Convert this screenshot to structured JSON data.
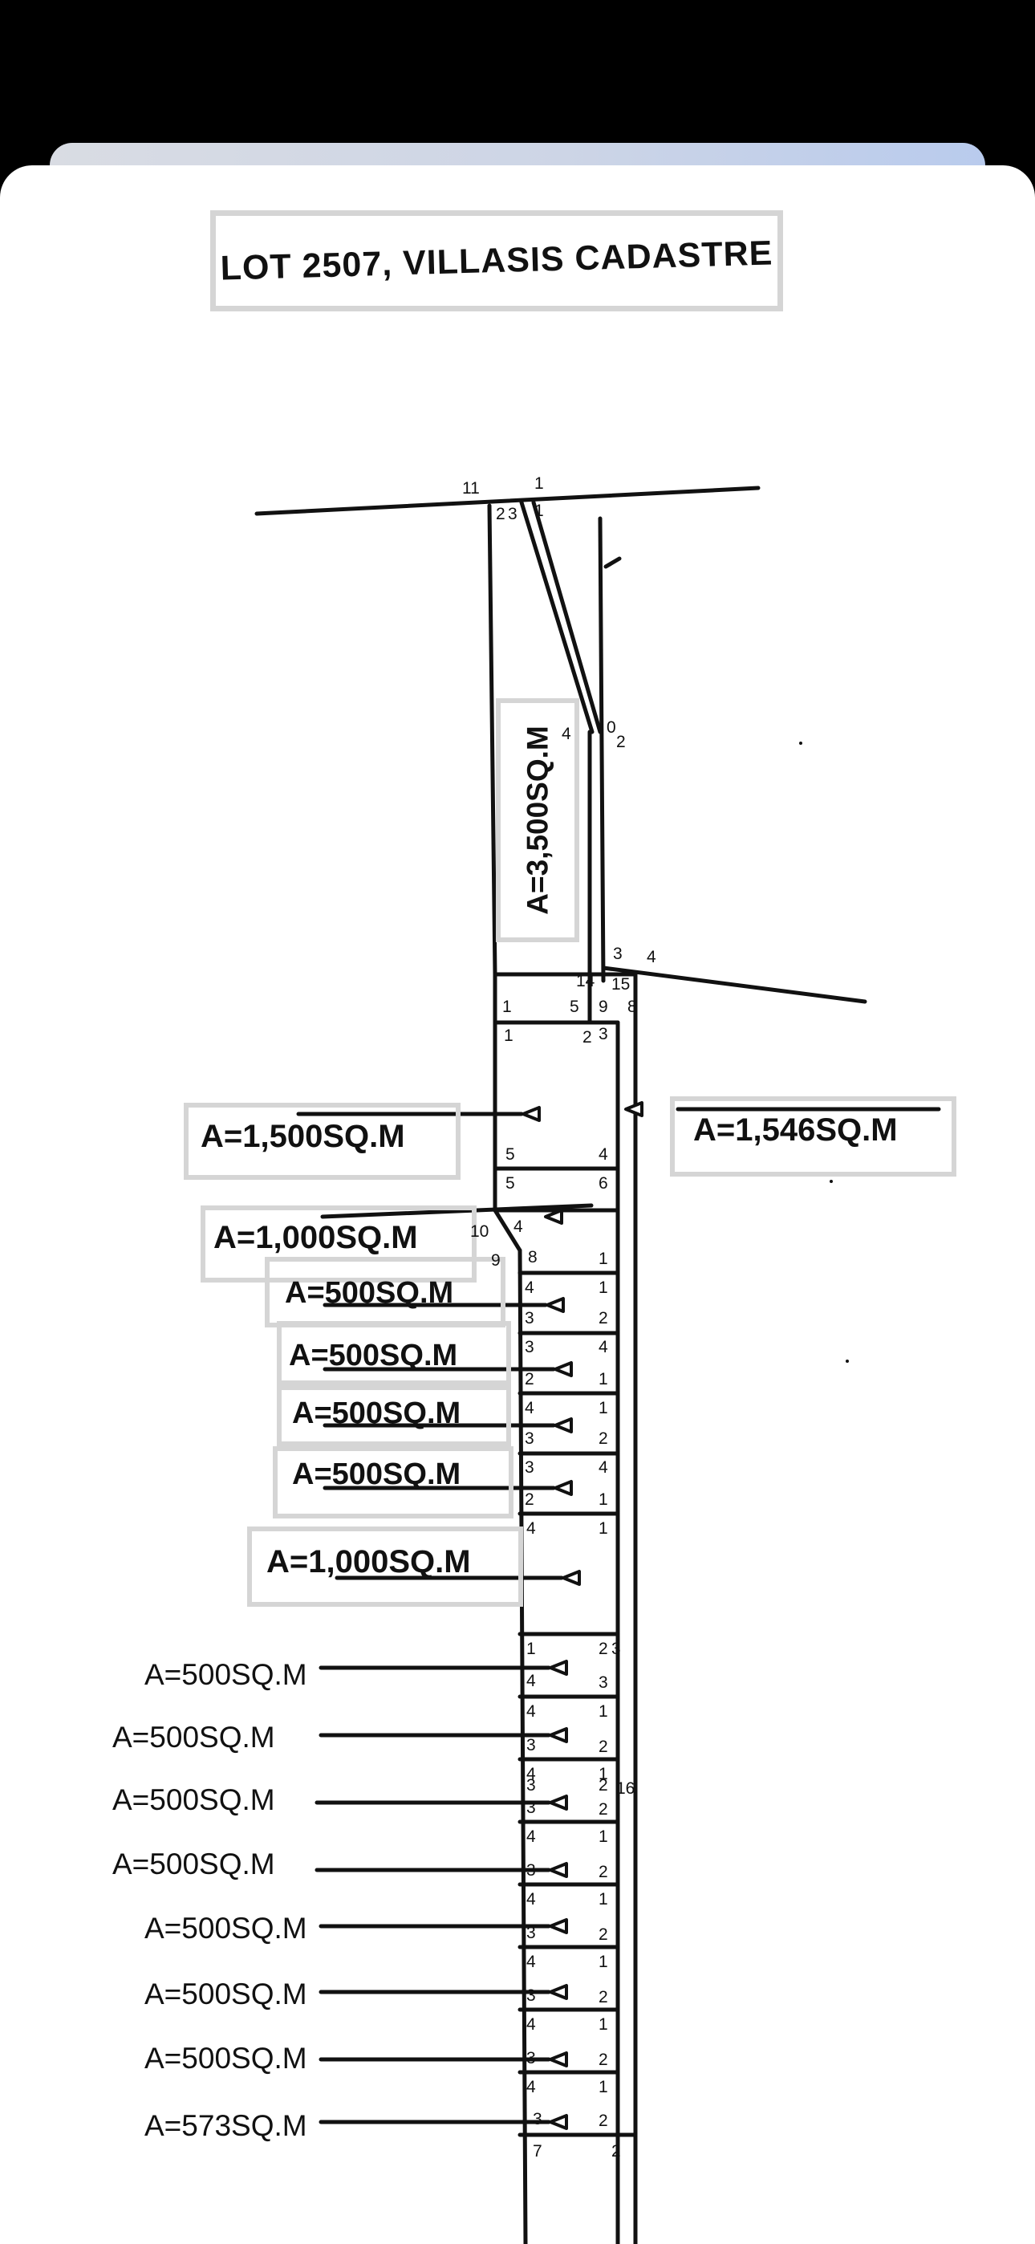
{
  "title": "LOT 2507, VILLASIS CADASTRE",
  "labels": {
    "vertical_area": "A=3,500SQ.M",
    "a1500": "A=1,500SQ.M",
    "a1546": "A=1,546SQ.M",
    "a1000_top": "A=1,000SQ.M",
    "a500_1": "A=500SQ.M",
    "a500_2": "A=500SQ.M",
    "a500_3": "A=500SQ.M",
    "a500_4": "A=500SQ.M",
    "a1000_mid": "A=1,000SQ.M"
  },
  "plain_labels": [
    "A=500SQ.M",
    "A=500SQ.M",
    "A=500SQ.M",
    "A=500SQ.M",
    "A=500SQ.M",
    "A=500SQ.M",
    "A=500SQ.M",
    "A=573SQ.M"
  ],
  "corner_numbers": [
    "11",
    "1",
    "2",
    "3",
    "1",
    "4",
    "0",
    "2",
    "3",
    "4",
    "14",
    "15",
    "1",
    "5",
    "9",
    "8",
    "1",
    "2",
    "3",
    "5",
    "4",
    "5",
    "6",
    "10",
    "4",
    "9",
    "8",
    "1",
    "4",
    "1",
    "3",
    "2",
    "3",
    "4",
    "2",
    "1",
    "4",
    "1",
    "3",
    "2",
    "3",
    "4",
    "2",
    "1",
    "4",
    "1",
    "3",
    "2",
    "16",
    "1",
    "2",
    "3",
    "4",
    "3",
    "4",
    "1",
    "3",
    "2",
    "4",
    "1",
    "3",
    "2",
    "4",
    "1",
    "3",
    "2",
    "4",
    "1",
    "3",
    "2",
    "4",
    "1",
    "3",
    "2",
    "4",
    "1",
    "3",
    "2",
    "4",
    "1",
    "3",
    "2",
    "7",
    "2"
  ]
}
